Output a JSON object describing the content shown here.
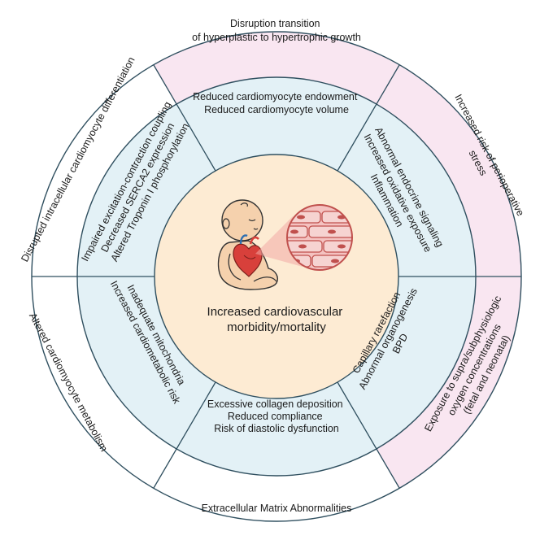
{
  "center": {
    "line1": "Increased cardiovascular",
    "line2": "morbidity/mortality"
  },
  "outer": {
    "top": [
      "Disruption transition",
      "of hyperplastic to hypertrophic growth"
    ],
    "upper_right": [
      "Increased risk of perioperative",
      "stress"
    ],
    "lower_right": [
      "Exposure to supra/subphysiologic",
      "oxygen concentrations",
      "(fetal and neonatal)"
    ],
    "bottom": [
      "Extracellular Matrix Abnormalities"
    ],
    "lower_left": [
      "Altered cardiomyocyte metabolism"
    ],
    "upper_left": [
      "Disrupted intracellular cardiomyocyte differentiation"
    ]
  },
  "middle": {
    "top": [
      "Reduced cardiomyocyte endowment",
      "Reduced cardiomyocyte volume"
    ],
    "upper_right": [
      "Abnormal endocrine signaling",
      "Increased oxidative exposure",
      "Inflammation"
    ],
    "lower_right": [
      "Capillary rarefaction",
      "Abnormal organogenesis",
      "BPD"
    ],
    "bottom": [
      "Excessive collagen deposition",
      "Reduced compliance",
      "Risk of diastolic dysfunction"
    ],
    "lower_left": [
      "Inadequate mitochondria",
      "Increased cardiometabolic risk"
    ],
    "upper_left": [
      "Impaired excitation-contraction coupling",
      "Decreased SERCA2 expression",
      "Altered Troponin I phosphorylation"
    ]
  },
  "colors": {
    "outer_pink": "#f9e6f1",
    "outer_white": "#ffffff",
    "middle_blue": "#e3f1f6",
    "center_cream": "#fdebd3",
    "lines": "#2f4f5f",
    "heart_red": "#d8403b",
    "cell_pink": "#f2a9a6"
  },
  "icons": [
    "baby-icon",
    "heart-icon",
    "cardiomyocyte-magnifier-icon"
  ]
}
